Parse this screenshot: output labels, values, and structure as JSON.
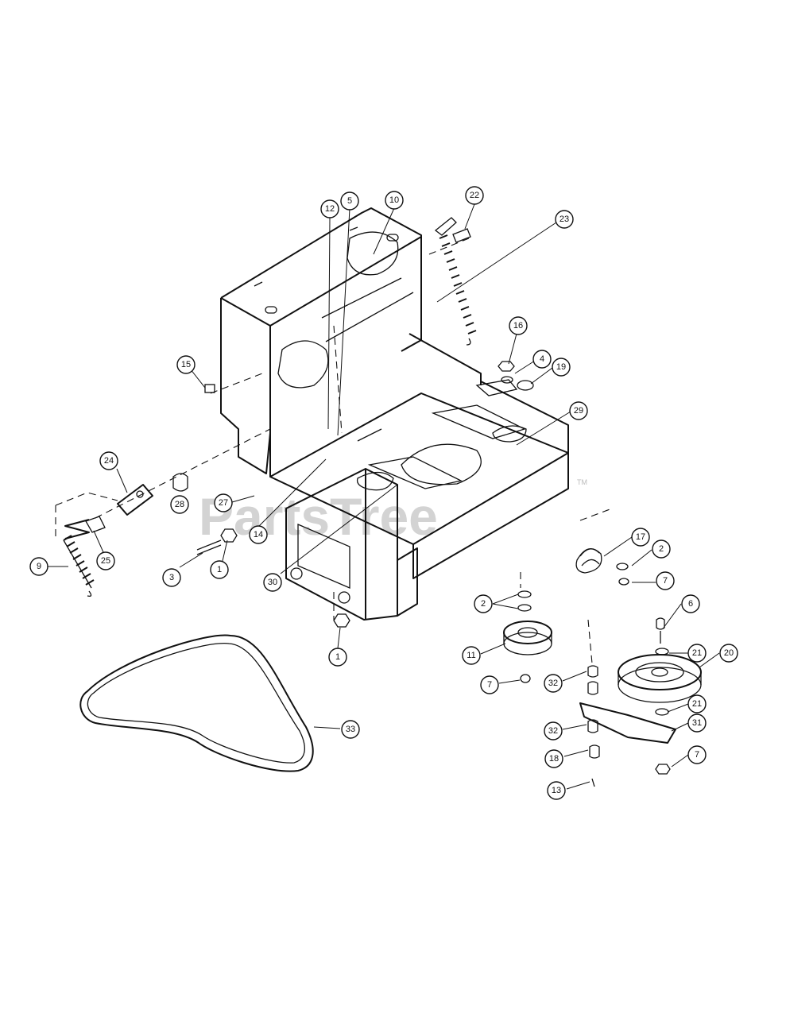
{
  "watermark": {
    "text": "PartsTree",
    "mark": "TM"
  },
  "callouts": [
    {
      "label": "12"
    },
    {
      "label": "5"
    },
    {
      "label": "10"
    },
    {
      "label": "22"
    },
    {
      "label": "23"
    },
    {
      "label": "16"
    },
    {
      "label": "4"
    },
    {
      "label": "19"
    },
    {
      "label": "29"
    },
    {
      "label": "15"
    },
    {
      "label": "24"
    },
    {
      "label": "28"
    },
    {
      "label": "27"
    },
    {
      "label": "14"
    },
    {
      "label": "9"
    },
    {
      "label": "25"
    },
    {
      "label": "3"
    },
    {
      "label": "1"
    },
    {
      "label": "30"
    },
    {
      "label": "1"
    },
    {
      "label": "17"
    },
    {
      "label": "2"
    },
    {
      "label": "7"
    },
    {
      "label": "2"
    },
    {
      "label": "6"
    },
    {
      "label": "11"
    },
    {
      "label": "21"
    },
    {
      "label": "20"
    },
    {
      "label": "7"
    },
    {
      "label": "32"
    },
    {
      "label": "21"
    },
    {
      "label": "31"
    },
    {
      "label": "32"
    },
    {
      "label": "18"
    },
    {
      "label": "7"
    },
    {
      "label": "13"
    },
    {
      "label": "33"
    }
  ]
}
